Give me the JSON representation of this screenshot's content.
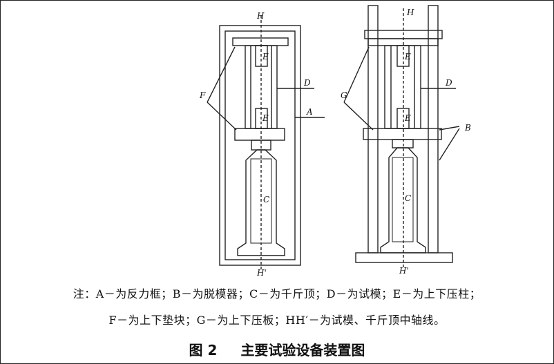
{
  "figure": {
    "left_labels": {
      "top_axis": "H",
      "bottom_axis": "H'",
      "e_upper": "E",
      "e_lower": "E",
      "f": "F",
      "d": "D",
      "a": "A",
      "c": "C"
    },
    "right_labels": {
      "top_axis": "H",
      "bottom_axis": "H'",
      "e_upper": "E",
      "e_lower": "E",
      "g": "G",
      "d": "D",
      "b": "B",
      "c": "C"
    }
  },
  "notes": {
    "line1": "注：A－为反力框；B－为脱模器；C－为千斤顶；D－为试模；E－为上下压柱；",
    "line2": "F－为上下垫块；G－为上下压板；HH′－为试模、千斤顶中轴线。"
  },
  "caption": {
    "number": "图 2",
    "title": "主要试验设备装置图"
  }
}
